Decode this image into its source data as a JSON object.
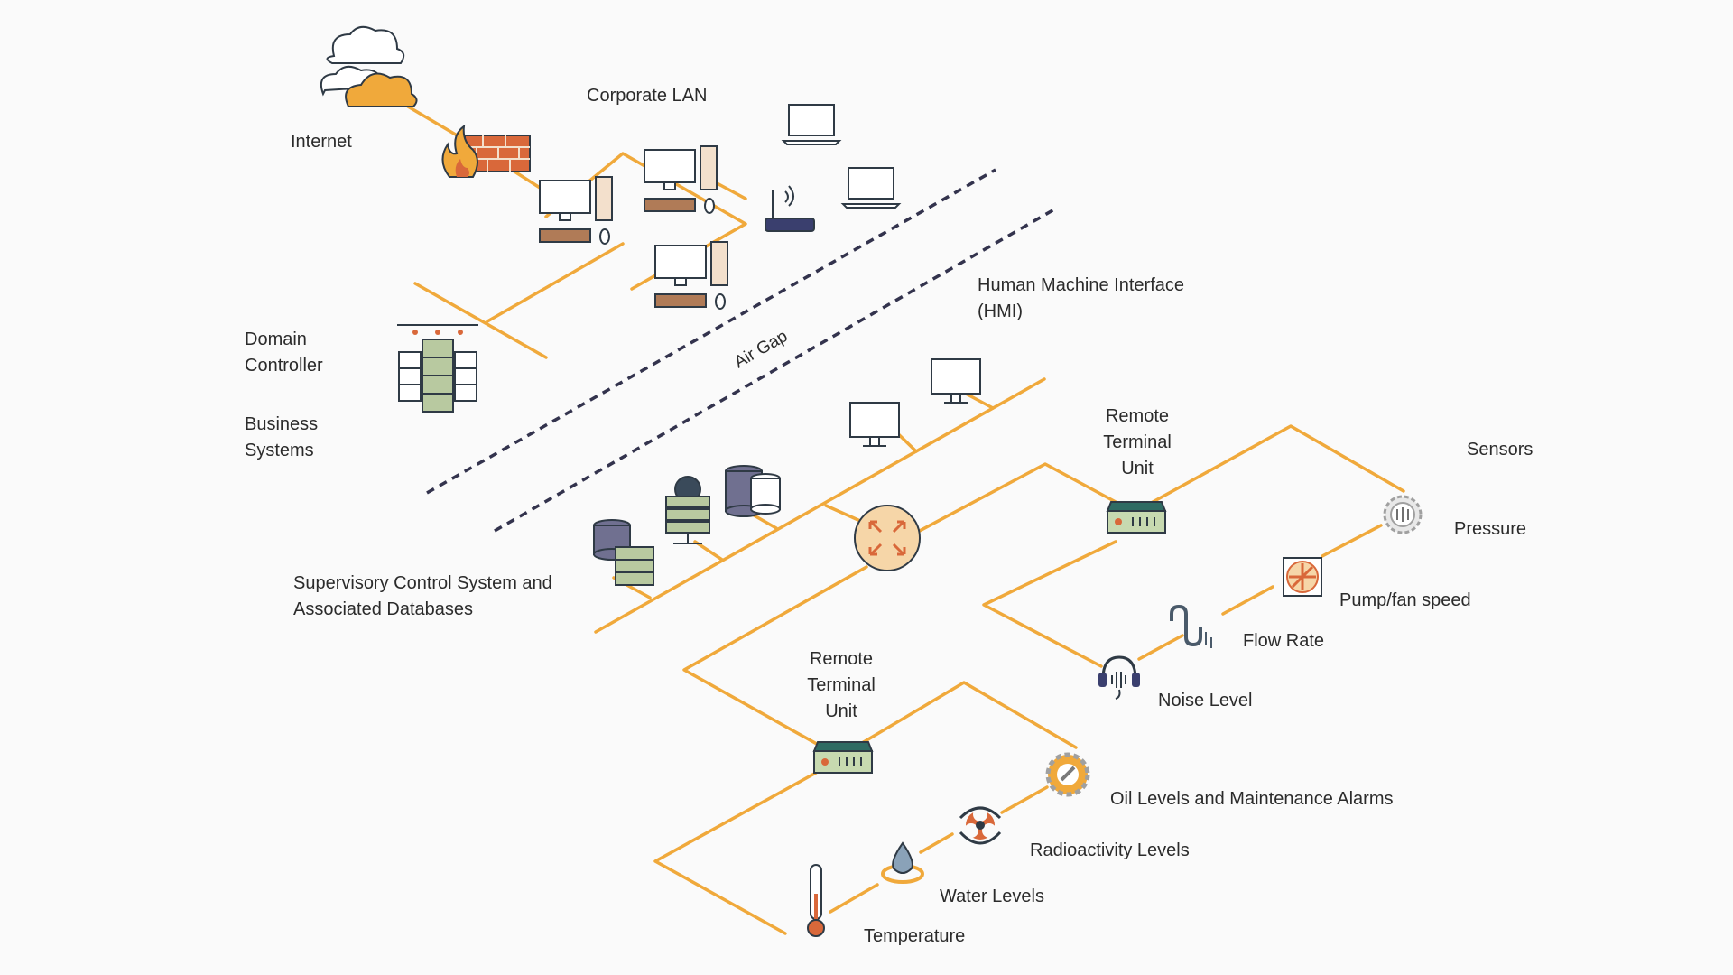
{
  "labels": {
    "internet": "Internet",
    "corporate_lan": "Corporate LAN",
    "domain_controller": "Domain\nController",
    "business_systems": "Business\nSystems",
    "air_gap": "Air Gap",
    "hmi": "Human Machine Interface\n(HMI)",
    "rtu_top": "Remote\nTerminal\nUnit",
    "rtu_bottom": "Remote\nTerminal\nUnit",
    "sensors": "Sensors",
    "pressure": "Pressure",
    "pump_fan_speed": "Pump/fan speed",
    "flow_rate": "Flow Rate",
    "noise_level": "Noise Level",
    "scada": "Supervisory Control System and\nAssociated Databases",
    "oil_levels": "Oil Levels and Maintenance Alarms",
    "radioactivity": "Radioactivity Levels",
    "water_levels": "Water Levels",
    "temperature": "Temperature"
  },
  "colors": {
    "network_line": "#f0a93b",
    "air_gap": "#33334d",
    "rtu": "#2f6b63",
    "cloud": "#f0a93b",
    "firewall": "#d9683a"
  },
  "icons": [
    "cloud-icon",
    "firewall-icon",
    "desktop-computer-icon",
    "laptop-icon",
    "wifi-router-icon",
    "server-rack-icon",
    "hmi-monitor-icon",
    "database-icon",
    "globe-server-icon",
    "router-icon",
    "rtu-icon",
    "pressure-gauge-icon",
    "fan-icon",
    "flow-pipe-icon",
    "headset-icon",
    "maintenance-gear-icon",
    "biohazard-icon",
    "water-drop-icon",
    "thermometer-icon"
  ]
}
